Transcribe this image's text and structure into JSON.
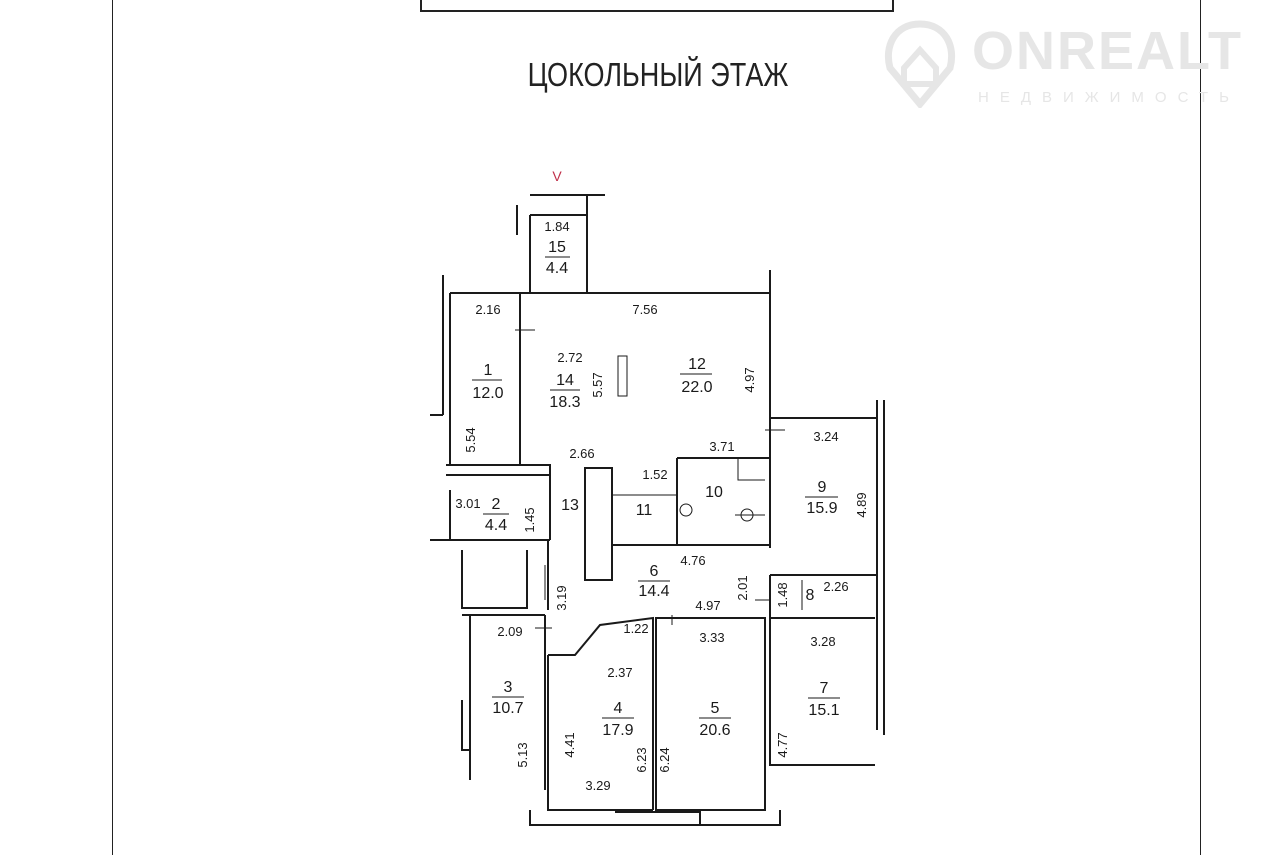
{
  "title": "ЦОКОЛЬНЫЙ ЭТАЖ",
  "watermark": {
    "brand": "ONREALT",
    "subtitle": "НЕДВИЖИМОСТЬ"
  },
  "marker": "V",
  "rooms": {
    "r15": {
      "number": "15",
      "area": "4.4",
      "dims": [
        "1.84"
      ]
    },
    "r1": {
      "number": "1",
      "area": "12.0",
      "dims": [
        "2.16",
        "5.54"
      ]
    },
    "r14": {
      "number": "14",
      "area": "18.3",
      "dims": [
        "2.72",
        "5.57",
        "2.66"
      ]
    },
    "r12": {
      "number": "12",
      "area": "22.0",
      "dims": [
        "7.56",
        "4.97"
      ]
    },
    "r9": {
      "number": "9",
      "area": "15.9",
      "dims": [
        "3.24",
        "4.89"
      ]
    },
    "r10": {
      "number": "10",
      "dims": [
        "3.71"
      ]
    },
    "r11": {
      "number": "11",
      "dims": [
        "1.52"
      ]
    },
    "r2": {
      "number": "2",
      "area": "4.4",
      "dims": [
        "3.01",
        "1.45"
      ]
    },
    "r13": {
      "number": "13"
    },
    "r6": {
      "number": "6",
      "area": "14.4",
      "dims": [
        "4.76",
        "3.19",
        "2.01",
        "4.97",
        "1.22"
      ]
    },
    "r8": {
      "number": "8",
      "dims": [
        "1.48",
        "2.26"
      ]
    },
    "r3": {
      "number": "3",
      "area": "10.7",
      "dims": [
        "2.09",
        "5.13"
      ]
    },
    "r4": {
      "number": "4",
      "area": "17.9",
      "dims": [
        "2.37",
        "4.41",
        "6.23",
        "3.29"
      ]
    },
    "r5": {
      "number": "5",
      "area": "20.6",
      "dims": [
        "3.33",
        "6.24"
      ]
    },
    "r7": {
      "number": "7",
      "area": "15.1",
      "dims": [
        "3.28",
        "4.77"
      ]
    }
  }
}
